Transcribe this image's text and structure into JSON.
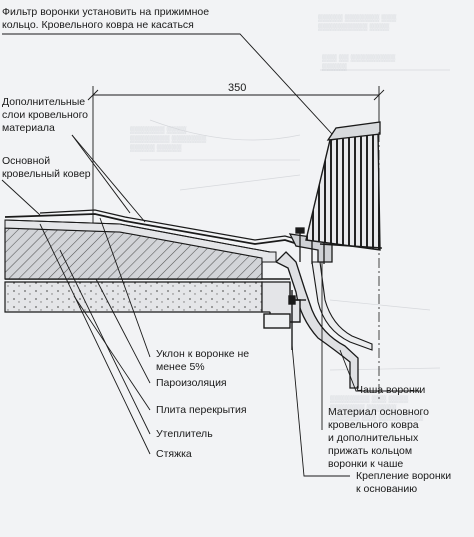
{
  "dimension": "350",
  "labels": {
    "filter": "Фильтр воронки установить на прижимное\nкольцо. Кровельного ковра не касаться",
    "extra_layers": "Дополнительные\nслои кровельного\nматериала",
    "main_carpet": "Основной\nкровельный ковер",
    "slope": "Уклон к воронке не\nменее 5%",
    "vapor": "Пароизоляция",
    "slab": "Плита перекрытия",
    "insulation": "Утеплитель",
    "screed": "Стяжка",
    "bowl": "Чаша воронки",
    "material": "Материал основного\nкровельного ковра\nи дополнительных\nприжать кольцом\nворонки к чаше",
    "fastening": "Крепление воронки\nк основанию"
  },
  "colors": {
    "line": "#1a1a1a",
    "insulation_fill": "#d2d4d8",
    "screed_fill": "#e4e5e8",
    "background": "#f2f3f5"
  }
}
